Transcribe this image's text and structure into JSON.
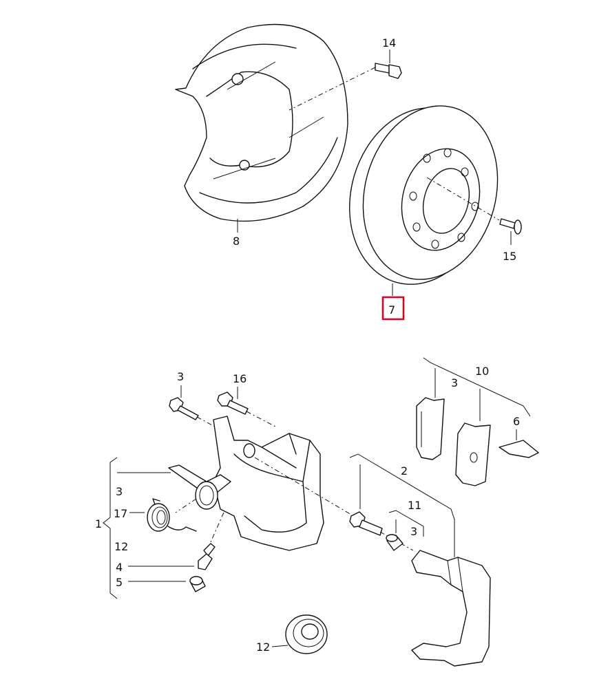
{
  "diagram": {
    "highlight_color": "#e0001b",
    "labels": {
      "p14": "14",
      "p8": "8",
      "p15": "15",
      "p7": "7",
      "p3a": "3",
      "p16": "16",
      "p10": "10",
      "p3b": "3",
      "p6": "6",
      "p2": "2",
      "p11": "11",
      "p3c": "3",
      "p1": "1",
      "p3d": "3",
      "p17": "17",
      "p12a": "12",
      "p4": "4",
      "p5": "5",
      "p12b": "12"
    }
  }
}
